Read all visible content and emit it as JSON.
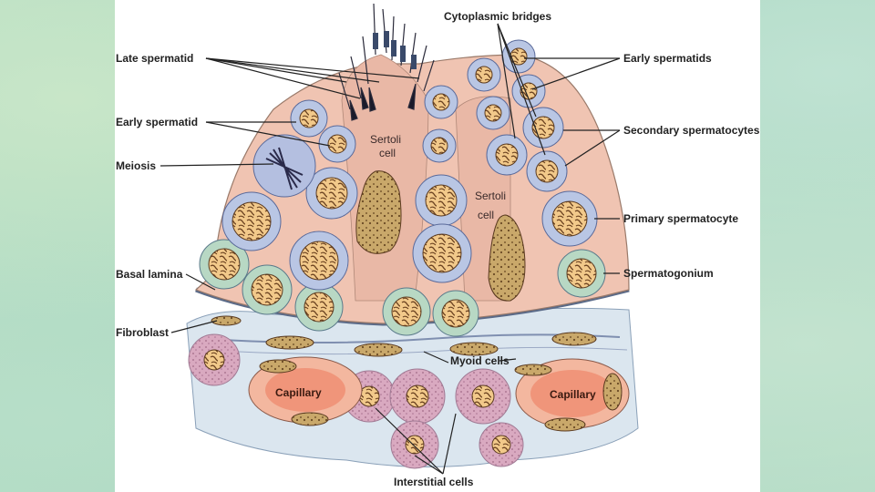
{
  "labels": {
    "late_spermatid": "Late spermatid",
    "early_spermatid": "Early spermatid",
    "meiosis": "Meiosis",
    "basal_lamina": "Basal lamina",
    "fibroblast": "Fibroblast",
    "cytoplasmic_bridges": "Cytoplasmic bridges",
    "early_spermatids": "Early spermatids",
    "secondary_spermatocytes": "Secondary spermatocytes",
    "primary_spermatocyte": "Primary spermatocyte",
    "spermatogonium": "Spermatogonium",
    "myoid_cells": "Myoid cells",
    "interstitial_cells": "Interstitial cells",
    "sertoli_cell_1a": "Sertoli",
    "sertoli_cell_1b": "cell",
    "sertoli_cell_2a": "Sertoli",
    "sertoli_cell_2b": "cell",
    "capillary_left": "Capillary",
    "capillary_right": "Capillary"
  },
  "colors": {
    "background": "#b9dfc4",
    "panel": "#ffffff",
    "sertoli": "#e9b8a6",
    "spermatocyte": "#b9c6e4",
    "spermatogonium": "#b8d8c4",
    "nucleus": "#f2c98a",
    "capillary": "#f0957a",
    "interstitial": "#d6a8bf"
  }
}
